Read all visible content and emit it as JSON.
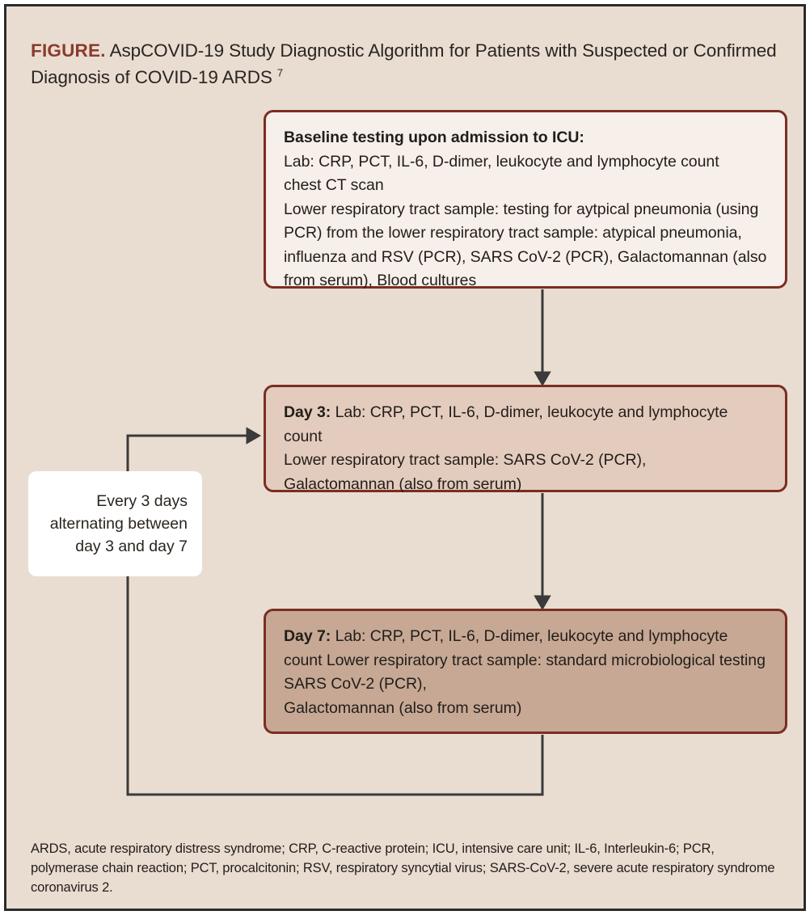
{
  "figure": {
    "label": "FIGURE.",
    "title": " AspCOVID-19 Study Diagnostic Algorithm for Patients with Suspected or Confirmed Diagnosis of COVID-19 ARDS ",
    "reference_superscript": "7"
  },
  "boxes": {
    "baseline": {
      "heading": "Baseline testing upon admission to ICU:",
      "body": "Lab: CRP, PCT, IL-6, D-dimer, leukocyte and lymphocyte count\nchest CT scan\nLower respiratory tract sample: testing for aytpical pneumonia (using PCR) from the lower respiratory tract sample: atypical pneumonia, influenza and RSV (PCR), SARS CoV-2 (PCR), Galactomannan (also from serum), Blood cultures"
    },
    "day3": {
      "heading": "Day 3:",
      "body": " Lab: CRP, PCT, IL-6, D-dimer, leukocyte and lymphocyte count\nLower respiratory tract sample: SARS CoV-2 (PCR),\nGalactomannan (also from serum)"
    },
    "day7": {
      "heading": "Day 7:",
      "body": " Lab: CRP, PCT, IL-6, D-dimer, leukocyte and lymphocyte count Lower respiratory tract sample: standard microbiological testing SARS CoV-2 (PCR),\nGalactomannan (also from serum)"
    }
  },
  "callout": {
    "text": "Every 3 days alternating between day 3 and day 7"
  },
  "footnote": {
    "text": "ARDS, acute respiratory distress syndrome; CRP, C-reactive protein; ICU, intensive care unit; IL-6, Interleukin-6; PCR, polymerase chain reaction; PCT, procalcitonin; RSV, respiratory syncytial virus; SARS-CoV-2, severe acute respiratory syndrome coronavirus 2."
  },
  "colors": {
    "page_background": "#e9ddd2",
    "frame_border": "#2b2b2b",
    "box_border": "#7a2e22",
    "box_baseline_fill": "#f7efe9",
    "box_day3_fill": "#e3ccbe",
    "box_day7_fill": "#c6a895",
    "figure_label": "#8c3a2b",
    "connector": "#3a3a3a",
    "callout_fill": "#ffffff",
    "text": "#231d19"
  },
  "connectors": [
    {
      "name": "baseline-to-day3",
      "type": "arrow-down",
      "from": "baseline",
      "to": "day3"
    },
    {
      "name": "day3-to-day7",
      "type": "arrow-down",
      "from": "day3",
      "to": "day7"
    },
    {
      "name": "day7-feedback-to-day3",
      "type": "loop-left-up-right-arrow",
      "from": "day7",
      "to": "day3"
    }
  ]
}
